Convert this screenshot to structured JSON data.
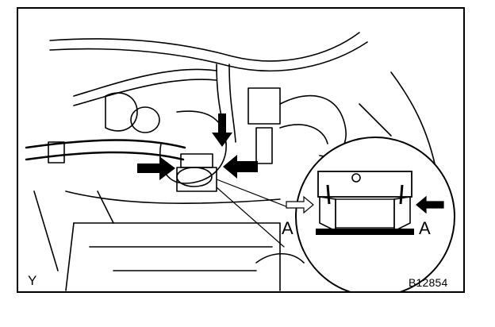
{
  "figure": {
    "corner_letter": "Y",
    "figure_code": "B12854",
    "callout_left": "A",
    "callout_right": "A"
  }
}
